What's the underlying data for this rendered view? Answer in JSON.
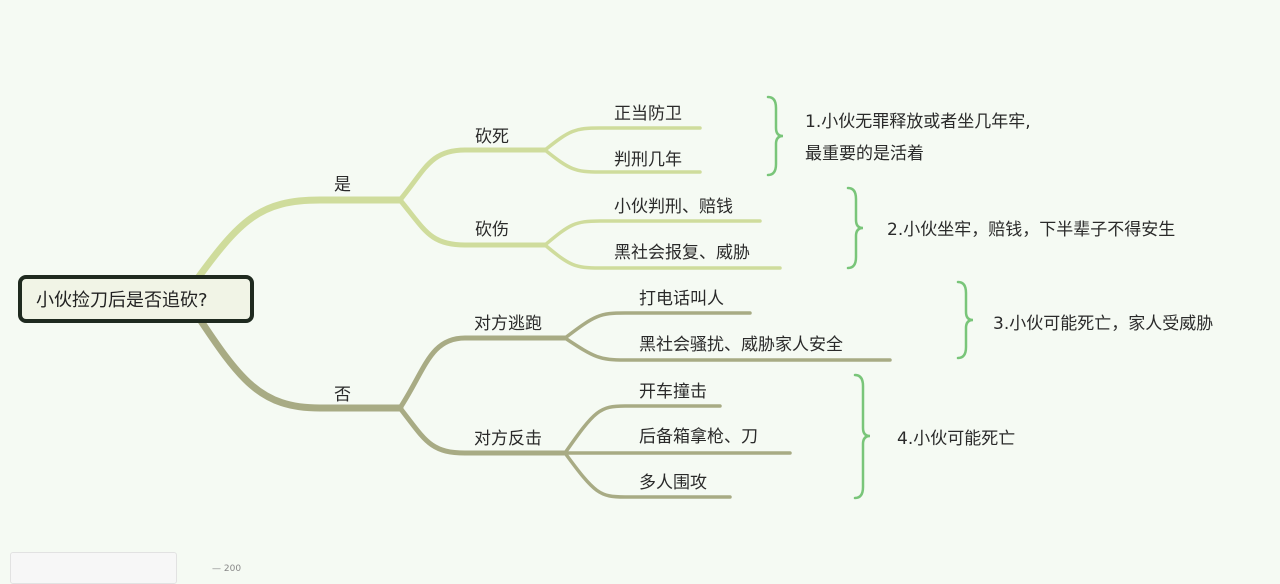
{
  "root": "小伙捡刀后是否追砍?",
  "branches": {
    "yes": {
      "label": "是",
      "kill": {
        "label": "砍死",
        "leaves": [
          "正当防卫",
          "判刑几年"
        ]
      },
      "injure": {
        "label": "砍伤",
        "leaves": [
          "小伙判刑、赔钱",
          "黑社会报复、威胁"
        ]
      }
    },
    "no": {
      "label": "否",
      "flee": {
        "label": "对方逃跑",
        "leaves": [
          "打电话叫人",
          "黑社会骚扰、威胁家人安全"
        ]
      },
      "fight": {
        "label": "对方反击",
        "leaves": [
          "开车撞击",
          "后备箱拿枪、刀",
          "多人围攻"
        ]
      }
    }
  },
  "outcomes": [
    "1.小伙无罪释放或者坐几年牢,",
    "最重要的是活着",
    "2.小伙坐牢，赔钱，下半辈子不得安生",
    "3.小伙可能死亡，家人受威胁",
    "4.小伙可能死亡"
  ],
  "zoom_label": "200",
  "colors": {
    "upper": "#cfdc9c",
    "lower": "#a8ab84",
    "bracket": "#79c579",
    "background": "#f5faf3"
  }
}
